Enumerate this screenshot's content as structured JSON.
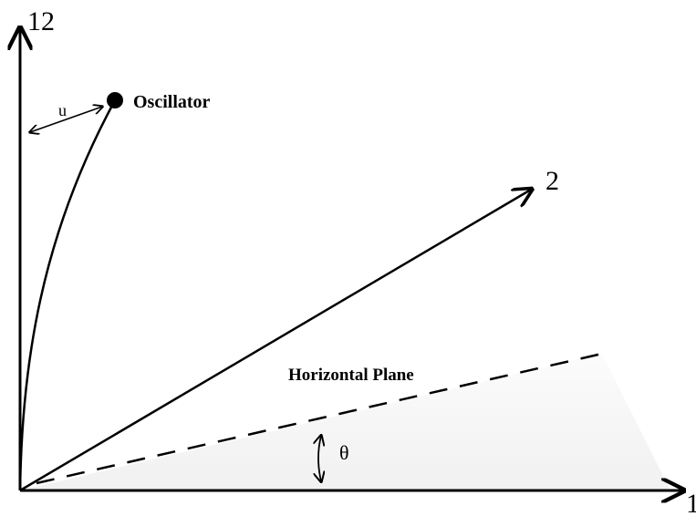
{
  "diagram": {
    "axis_vertical_label": "12",
    "axis_horizontal_label": "1",
    "axis_diagonal_label": "2",
    "oscillator_label": "Oscillator",
    "displacement_label": "u",
    "plane_label": "Horizontal Plane",
    "angle_label": "θ"
  }
}
